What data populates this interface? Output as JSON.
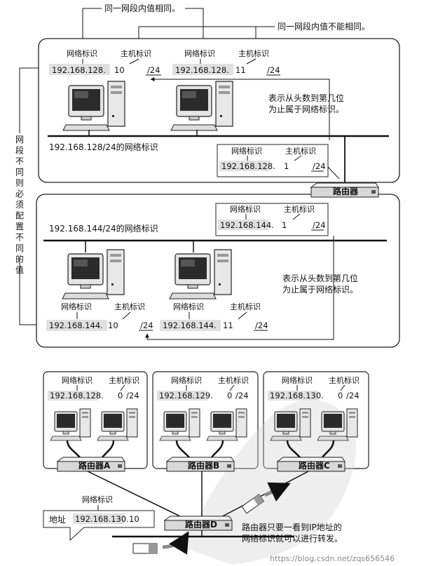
{
  "top": {
    "note_same": "同一网段内值相同。",
    "note_diff": "同一网段内值不能相同。",
    "vertical_note": "网段不同则必须配置不同的值",
    "net_label": "网络标识",
    "host_label": "主机标识",
    "seg1": {
      "name": "192.168.128/24的网络标识",
      "host_a": {
        "ip": "192.168.128.",
        "host": "10",
        "prefix": "/24"
      },
      "host_b": {
        "ip": "192.168.128.",
        "host": "11",
        "prefix": "/24"
      },
      "router_if": {
        "ip": "192.168.128.",
        "host": "1",
        "prefix": "/24"
      },
      "prefix_note_1": "表示从头数到第几位",
      "prefix_note_2": "为止属于网络标识。"
    },
    "router": "路由器",
    "seg2": {
      "name": "192.168.144/24的网络标识",
      "host_a": {
        "ip": "192.168.144.",
        "host": "10",
        "prefix": "/24"
      },
      "host_b": {
        "ip": "192.168.144.",
        "host": "11",
        "prefix": "/24"
      },
      "router_if": {
        "ip": "192.168.144.",
        "host": "1",
        "prefix": "/24"
      },
      "prefix_note_1": "表示从头数到第几位",
      "prefix_note_2": "为止属于网络标识。"
    }
  },
  "bottom": {
    "net_label": "网络标识",
    "host_label": "主机标识",
    "nets": [
      {
        "ip": "192.168.128.",
        "host": "0",
        "prefix": "/24",
        "router": "路由器A"
      },
      {
        "ip": "192.168.129.",
        "host": "0",
        "prefix": "/24",
        "router": "路由器B"
      },
      {
        "ip": "192.168.130.",
        "host": "0",
        "prefix": "/24",
        "router": "路由器C"
      }
    ],
    "router_d": "路由器D",
    "packet": {
      "net_label": "网络标识",
      "addr_label": "地址",
      "ip": "192.168.130.",
      "host": "10"
    },
    "forward_note_1": "路由器只要一看到IP地址的",
    "forward_note_2": "网络标识就可以进行转发。"
  },
  "watermark": "https://blog.csdn.net/zqs656546"
}
